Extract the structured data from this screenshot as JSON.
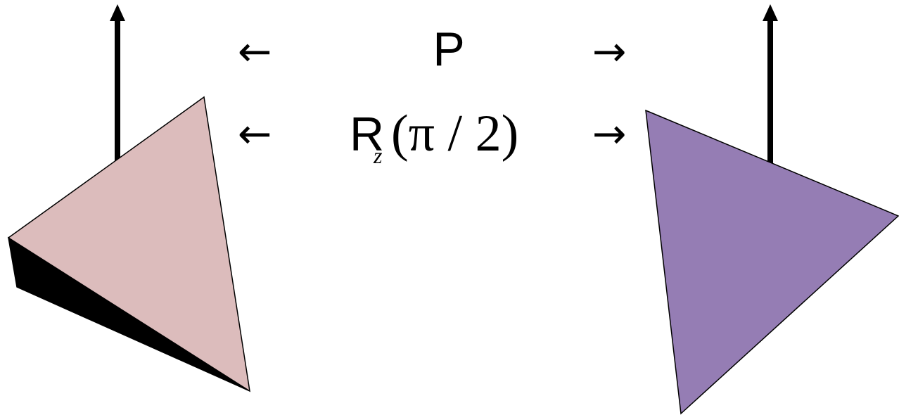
{
  "labels": {
    "top_operator": "P",
    "rotation_operator": {
      "letter": "R",
      "subscript": "z",
      "argument": "(π / 2)"
    },
    "left_arrow": "←",
    "right_arrow": "→"
  },
  "colors": {
    "left_triangle_face": "#dcbcbc",
    "left_triangle_side": "#000000",
    "right_triangle_face": "#957db4",
    "outline": "#000000",
    "arrow": "#000000"
  }
}
